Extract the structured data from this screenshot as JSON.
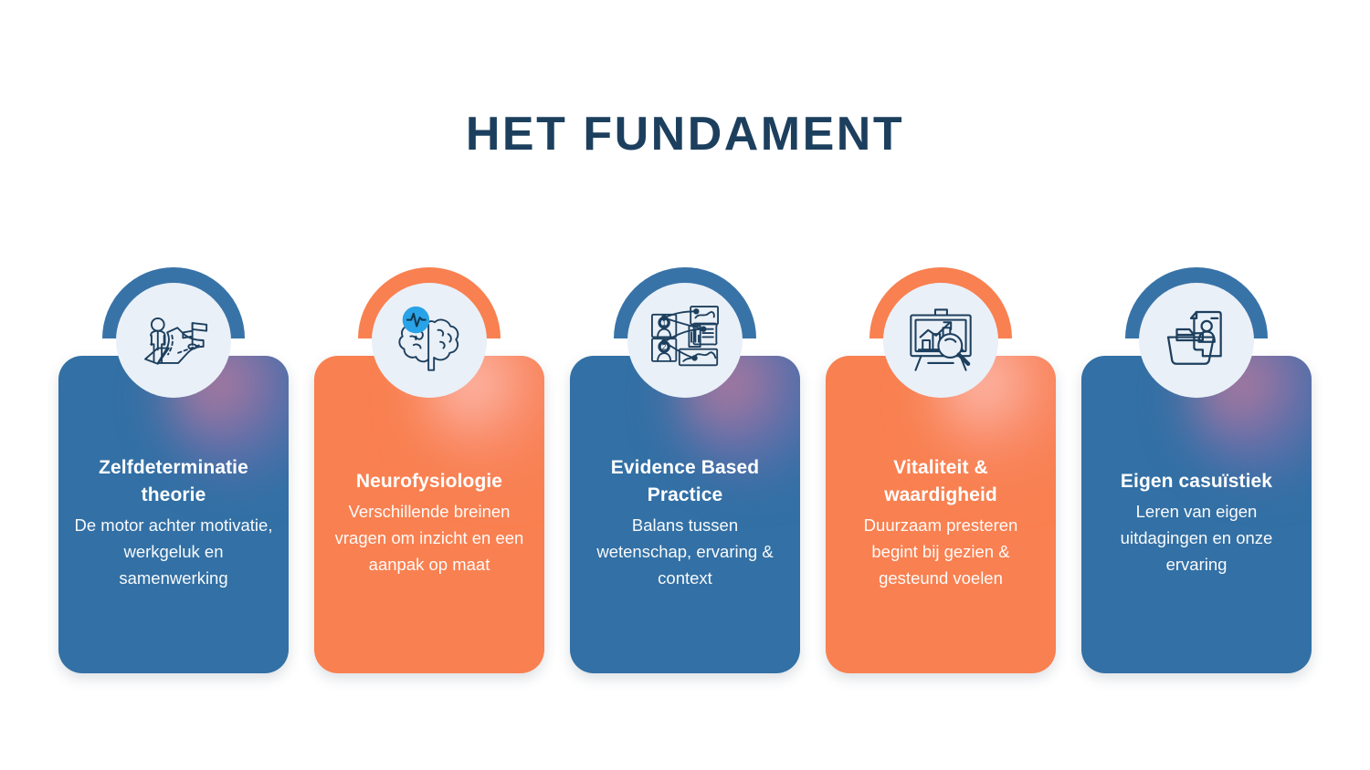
{
  "page": {
    "title": "HET FUNDAMENT",
    "background_color": "#ffffff",
    "title_color": "#1d3f5e"
  },
  "theme": {
    "blue": "#3270a5",
    "blue_arc": "#3873a8",
    "orange": "#f98050",
    "badge_bg": "#eaf0f7",
    "icon_stroke": "#1d3f5e",
    "icon_accent": "#29a3e8",
    "text_color": "#ffffff"
  },
  "cards": [
    {
      "heading": "Zelfdeterminatie theorie",
      "description": "De motor achter motivatie, werkgeluk en samenwerking",
      "color": "blue",
      "icon": "person-at-crossroads-signpost-icon"
    },
    {
      "heading": "Neurofysiologie",
      "description": "Verschillende breinen vragen om inzicht en een aanpak op maat",
      "color": "orange",
      "icon": "brain-with-pulse-icon"
    },
    {
      "heading": "Evidence Based Practice",
      "description": "Balans tussen wetenschap, ervaring & context",
      "color": "blue",
      "icon": "evidence-board-icon"
    },
    {
      "heading": "Vitaliteit & waardigheid",
      "description": "Duurzaam presteren begint bij gezien & gesteund voelen",
      "color": "orange",
      "icon": "chart-easel-magnifier-icon"
    },
    {
      "heading": "Eigen casuïstiek",
      "description": "Leren van eigen uitdagingen en onze ervaring",
      "color": "blue",
      "icon": "case-folder-person-file-icon"
    }
  ]
}
